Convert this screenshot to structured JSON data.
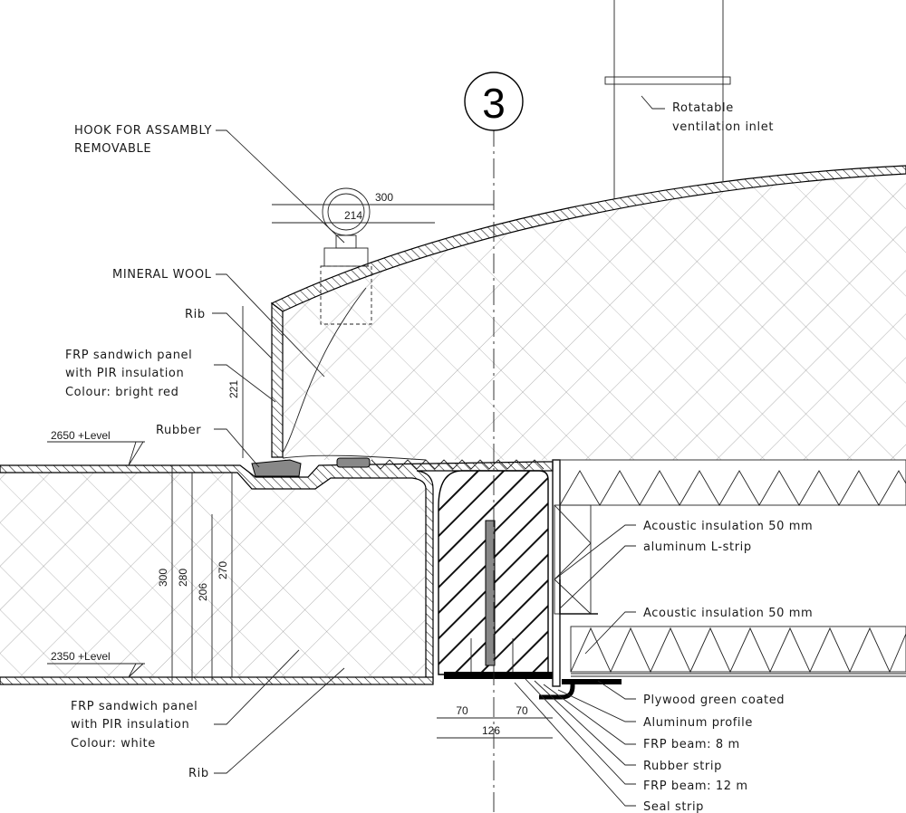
{
  "section_marker": "3",
  "labels": {
    "ventilation_1": "Rotatable",
    "ventilation_2": "ventilation inlet",
    "hook_1": "HOOK FOR ASSAMBLY",
    "hook_2": "REMOVABLE",
    "mineral_wool": "MINERAL WOOL",
    "rib_top": "Rib",
    "frp_red_1": "FRP sandwich panel",
    "frp_red_2": "with PIR insulation",
    "frp_red_3": "Colour: bright red",
    "rubber": "Rubber",
    "frp_white_1": "FRP sandwich panel",
    "frp_white_2": "with PIR insulation",
    "frp_white_3": "Colour: white",
    "rib_bottom": "Rib",
    "acoustic_1": "Acoustic insulation 50 mm",
    "alu_lstrip": "aluminum L-strip",
    "acoustic_2": "Acoustic insulation 50 mm",
    "plywood": "Plywood green coated",
    "alu_profile": "Aluminum profile",
    "frp_beam_8": "FRP beam: 8 m",
    "rubber_strip": "Rubber strip",
    "frp_beam_12": "FRP beam: 12 m",
    "seal_strip": "Seal strip"
  },
  "levels": {
    "top": "2650 +Level",
    "bottom": "2350 +Level"
  },
  "dimensions": {
    "d300_top": "300",
    "d214": "214",
    "d221": "221",
    "d300": "300",
    "d280": "280",
    "d206": "206",
    "d270": "270",
    "d70_left": "70",
    "d70_right": "70",
    "d126": "126"
  }
}
